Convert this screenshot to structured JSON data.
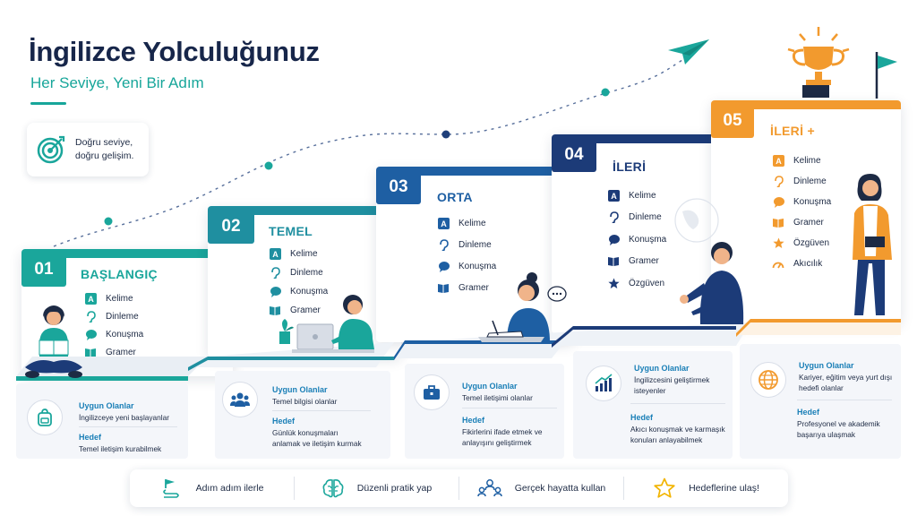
{
  "header": {
    "title": "İngilizce Yolculuğunuz",
    "subtitle": "Her Seviye, Yeni Bir Adım"
  },
  "target_card": {
    "text": "Doğru seviye,\ndoğru gelişim."
  },
  "colors": {
    "teal": "#1aa69b",
    "blue_dark": "#1f3f7a",
    "navy": "#1c3b78",
    "orange": "#f29a2e",
    "heading_navy": "#17264a",
    "accent_blue": "#1a7fb7"
  },
  "levels": [
    {
      "number": "01",
      "name": "BAŞLANGIÇ",
      "skills": [
        "Kelime",
        "Dinleme",
        "Konuşma",
        "Gramer"
      ],
      "suitable_label": "Uygun Olanlar",
      "suitable_text": "İngilizceye yeni başlayanlar",
      "goal_label": "Hedef",
      "goal_text": "Temel iletişim kurabilmek",
      "info_icon": "backpack-icon"
    },
    {
      "number": "02",
      "name": "TEMEL",
      "skills": [
        "Kelime",
        "Dinleme",
        "Konuşma",
        "Gramer"
      ],
      "suitable_label": "Uygun Olanlar",
      "suitable_text": "Temel bilgisi olanlar",
      "goal_label": "Hedef",
      "goal_text": "Günlük konuşmaları\nanlamak ve iletişim kurmak",
      "info_icon": "group-icon"
    },
    {
      "number": "03",
      "name": "ORTA",
      "skills": [
        "Kelime",
        "Dinleme",
        "Konuşma",
        "Gramer"
      ],
      "suitable_label": "Uygun Olanlar",
      "suitable_text": "Temel iletişimi olanlar",
      "goal_label": "Hedef",
      "goal_text": "Fikirlerini ifade etmek ve\nanlayışını geliştirmek",
      "info_icon": "briefcase-icon"
    },
    {
      "number": "04",
      "name": "İLERİ",
      "skills": [
        "Kelime",
        "Dinleme",
        "Konuşma",
        "Gramer",
        "Özgüven"
      ],
      "suitable_label": "Uygun Olanlar",
      "suitable_text": "İngilizcesini geliştirmek\nisteyenler",
      "goal_label": "Hedef",
      "goal_text": "Akıcı konuşmak ve karmaşık\nkonuları anlayabilmek",
      "info_icon": "growth-chart-icon"
    },
    {
      "number": "05",
      "name": "İLERİ +",
      "skills": [
        "Kelime",
        "Dinleme",
        "Konuşma",
        "Gramer",
        "Özgüven",
        "Akıcılık"
      ],
      "suitable_label": "Uygun Olanlar",
      "suitable_text": "Kariyer, eğitim veya yurt dışı\nhedefi olanlar",
      "goal_label": "Hedef",
      "goal_text": "Profesyonel ve akademik\nbaşarıya ulaşmak",
      "info_icon": "globe-icon"
    }
  ],
  "tips": [
    {
      "label": "Adım adım ilerle",
      "icon": "path-flag-icon"
    },
    {
      "label": "Düzenli pratik yap",
      "icon": "brain-icon"
    },
    {
      "label": "Gerçek hayatta kullan",
      "icon": "people-network-icon"
    },
    {
      "label": "Hedeflerine ulaş!",
      "icon": "star-icon"
    }
  ]
}
